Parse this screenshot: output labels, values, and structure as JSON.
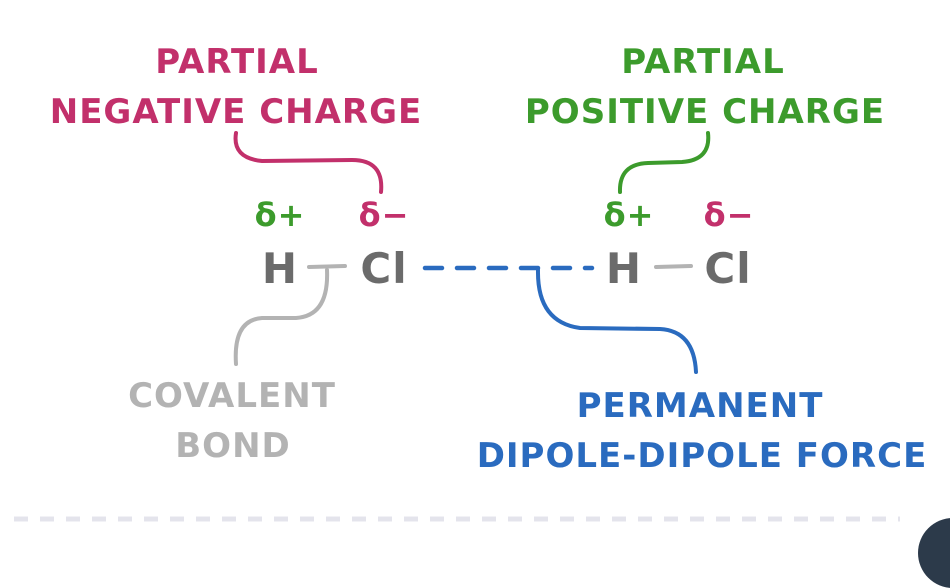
{
  "colors": {
    "negative": "#c2306b",
    "positive": "#3c9b2c",
    "bond": "#b3b3b3",
    "atom": "#6b6b6b",
    "force": "#2a6bbf",
    "divider": "#e4e4ec",
    "badge": "#2c3a4a"
  },
  "labels": {
    "partial_negative_line1": "PARTIAL",
    "partial_negative_line2": "NEGATIVE CHARGE",
    "partial_positive_line1": "PARTIAL",
    "partial_positive_line2": "POSITIVE CHARGE",
    "covalent_line1": "COVALENT",
    "covalent_line2": "BOND",
    "force_line1": "PERMANENT",
    "force_line2": "DIPOLE-DIPOLE FORCE"
  },
  "molecules": {
    "left": {
      "atom1": "H",
      "atom2": "Cl",
      "charge1": "δ+",
      "charge2": "δ−"
    },
    "right": {
      "atom1": "H",
      "atom2": "Cl",
      "charge1": "δ+",
      "charge2": "δ−"
    }
  }
}
